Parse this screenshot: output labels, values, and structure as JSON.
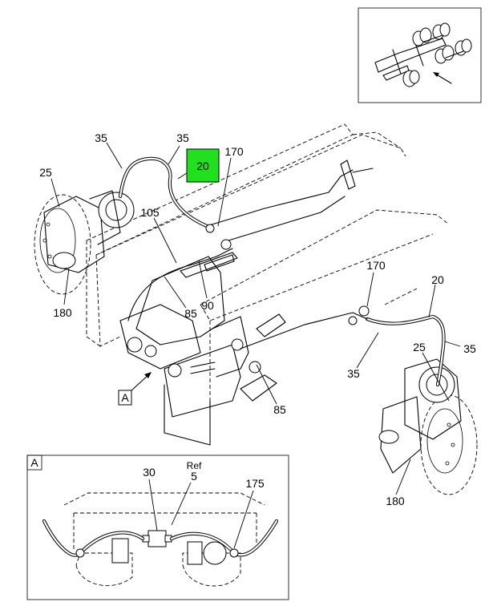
{
  "callouts": {
    "c35_tl": "35",
    "c35_tr": "35",
    "c20_hl": "20",
    "c170_t": "170",
    "c25_l": "25",
    "c105": "105",
    "c180_l": "180",
    "c85_l": "85",
    "c90": "90",
    "c170_r": "170",
    "c20_r": "20",
    "c25_r": "25",
    "c35_r": "35",
    "c35_rb": "35",
    "c85_r": "85",
    "c180_r": "180"
  },
  "view_marker": {
    "main": "A",
    "inset": "A"
  },
  "detail_inset": {
    "c30": "30",
    "ref": "Ref",
    "c5": "5",
    "c175": "175"
  },
  "colors": {
    "highlight": "#22e01f",
    "line": "#000000"
  }
}
